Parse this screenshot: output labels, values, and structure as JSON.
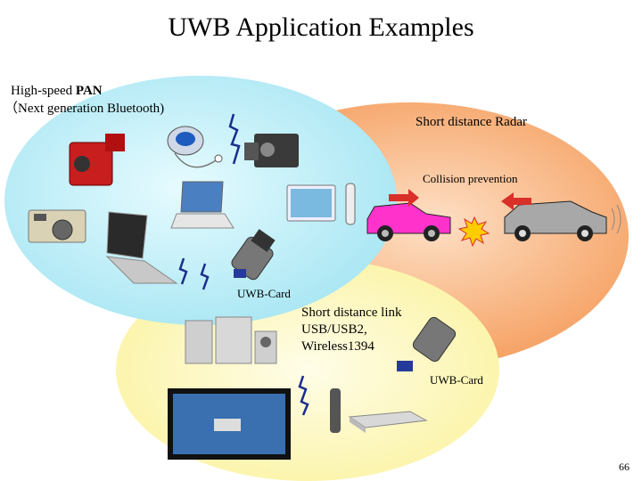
{
  "slide": {
    "title": "UWB Application Examples",
    "page_number": "66"
  },
  "pan": {
    "line1_prefix": "High-speed ",
    "line1_bold": "PAN",
    "line2": "（Next generation Bluetooth)"
  },
  "radar": {
    "title": "Short distance Radar",
    "subtitle": "Collision prevention"
  },
  "link": {
    "line1": "Short distance link",
    "line2": "USB/USB2,",
    "line3": "Wireless1394"
  },
  "cards": {
    "card1": "UWB-Card",
    "card2": "UWB-Card"
  },
  "colors": {
    "pan_zone": "#bfeef7",
    "radar_zone": "#f7a062",
    "link_zone": "#fdf8b0",
    "signal": "#1a2d8c",
    "arrow": "#d9302a",
    "pink_car": "#ff33cc",
    "gray_car": "#a8a8a8"
  }
}
